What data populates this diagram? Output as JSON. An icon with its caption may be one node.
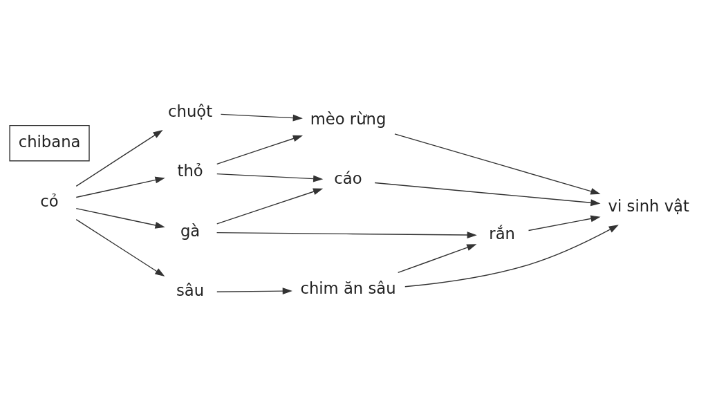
{
  "diagram": {
    "nodes": [
      {
        "text": [
          "cỏ"
        ]
      },
      {
        "text": [
          "chuột"
        ]
      },
      {
        "text": [
          "thỏ"
        ]
      },
      {
        "text": [
          "gà"
        ]
      },
      {
        "text": [
          "sâu"
        ]
      },
      {
        "text": [
          "mèo rừng"
        ]
      },
      {
        "text": [
          "cáo"
        ]
      },
      {
        "text": [
          "rắn"
        ]
      },
      {
        "text": [
          "chim ăn sâu"
        ]
      },
      {
        "text": [
          "vi sinh vật"
        ]
      },
      {
        "text": [
          "chibana"
        ]
      }
    ],
    "edges": [
      {
        "from": 0,
        "to": 1,
        "arrow": "to"
      },
      {
        "from": 0,
        "to": 2,
        "arrow": "to"
      },
      {
        "from": 0,
        "to": 3,
        "arrow": "to"
      },
      {
        "from": 0,
        "to": 4,
        "arrow": "to"
      },
      {
        "from": 1,
        "to": 5,
        "arrow": "to"
      },
      {
        "from": 2,
        "to": 5,
        "arrow": "to"
      },
      {
        "from": 2,
        "to": 6,
        "arrow": "to"
      },
      {
        "from": 3,
        "to": 6,
        "arrow": "to"
      },
      {
        "from": 3,
        "to": 7,
        "arrow": "to"
      },
      {
        "from": 4,
        "to": 8,
        "arrow": "to"
      },
      {
        "from": 8,
        "to": 7,
        "arrow": "to"
      },
      {
        "from": 5,
        "to": 9,
        "arrow": "to"
      },
      {
        "from": 6,
        "to": 9,
        "arrow": "to"
      },
      {
        "from": 7,
        "to": 9,
        "arrow": "to"
      },
      {
        "from": 8,
        "to": 9,
        "arrow": "to"
      }
    ]
  }
}
